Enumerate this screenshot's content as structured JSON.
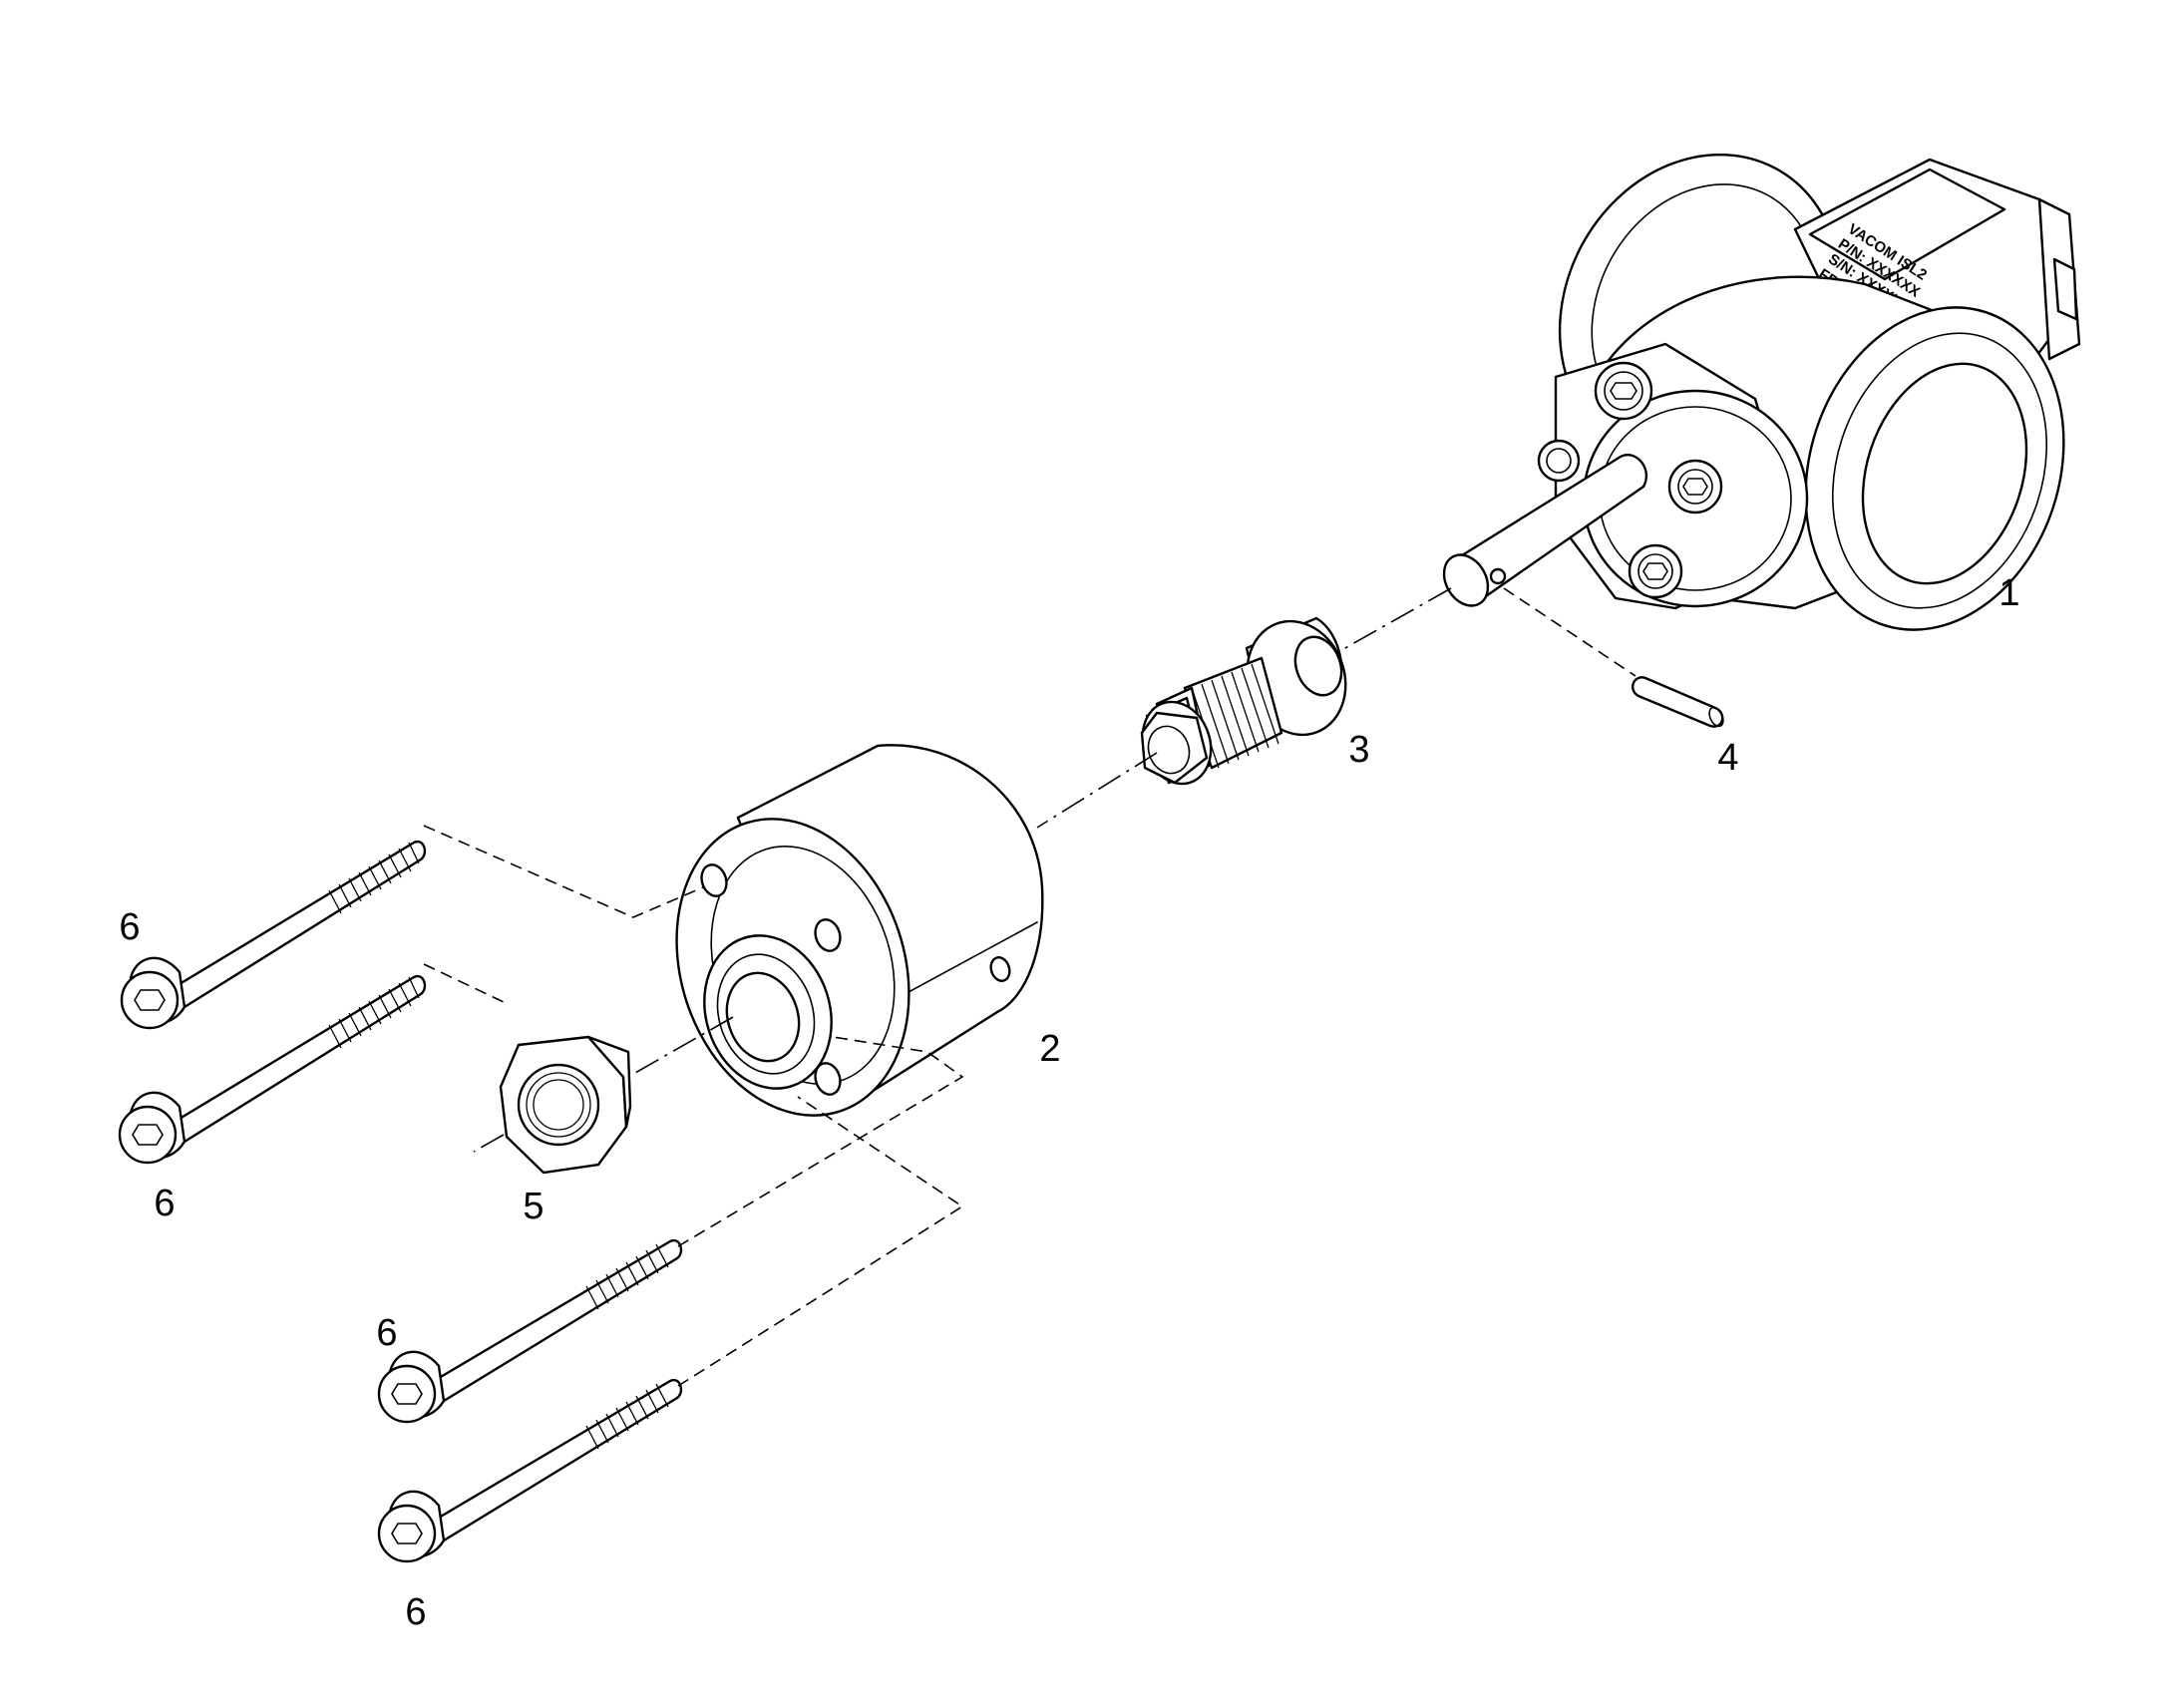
{
  "callouts": [
    {
      "id": "1",
      "text": "1"
    },
    {
      "id": "2",
      "text": "2"
    },
    {
      "id": "3",
      "text": "3"
    },
    {
      "id": "4",
      "text": "4"
    },
    {
      "id": "5",
      "text": "5"
    },
    {
      "id": "6a",
      "text": "6"
    },
    {
      "id": "6b",
      "text": "6"
    },
    {
      "id": "6c",
      "text": "6"
    },
    {
      "id": "6d",
      "text": "6"
    }
  ],
  "nameplate": {
    "line1": "VACOM ISL2",
    "line2": "P/N: XXXXXX",
    "line3": "S/N: XXXXXX",
    "line4": "FR: MM/YYYY"
  }
}
